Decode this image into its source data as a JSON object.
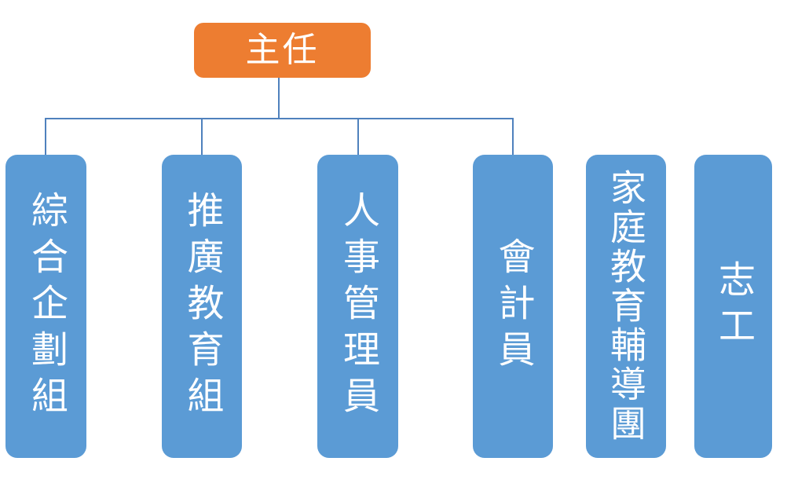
{
  "org_chart": {
    "type": "organization-chart",
    "root": {
      "label": "主任"
    },
    "connected_nodes": [
      {
        "label": "綜合企劃組"
      },
      {
        "label": "推廣教育組"
      },
      {
        "label": "人事管理員"
      },
      {
        "label": "會計員"
      }
    ],
    "standalone_nodes": [
      {
        "label": "家庭教育輔導團"
      },
      {
        "label": "志工"
      }
    ],
    "colors": {
      "root_fill": "#ED7D31",
      "node_fill": "#5B9BD5",
      "connector": "#4F81BD",
      "text": "#FFFFFF",
      "background": "#FFFFFF"
    }
  }
}
